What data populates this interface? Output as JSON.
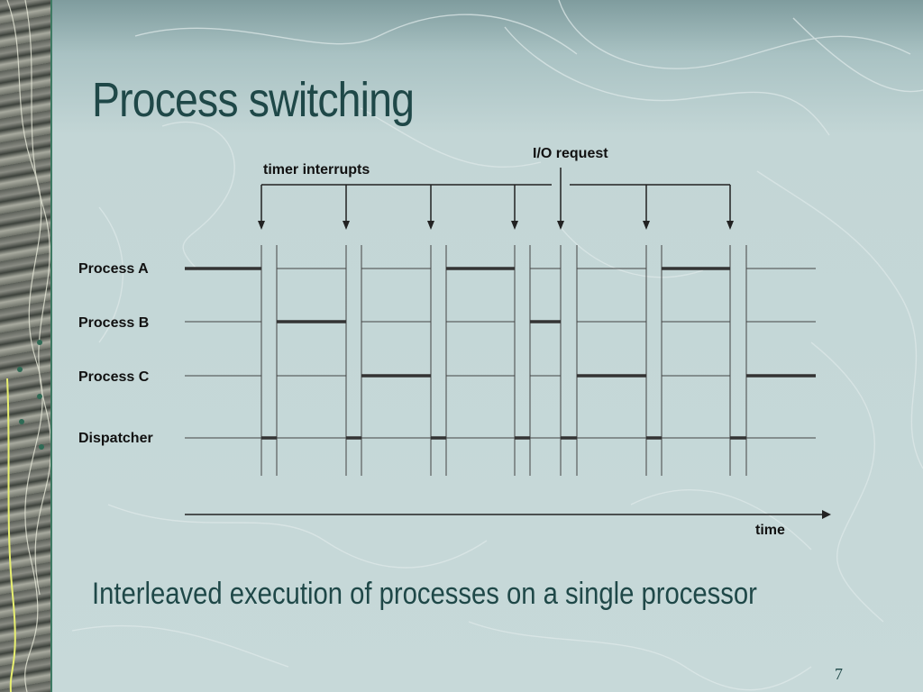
{
  "slide": {
    "title": "Process switching",
    "caption": "Interleaved execution of processes on a single processor",
    "page_number": "7"
  },
  "diagram": {
    "top_labels": {
      "io_request": "I/O request",
      "timer_interrupts": "timer interrupts"
    },
    "rows": [
      {
        "id": "A",
        "label": "Process A"
      },
      {
        "id": "B",
        "label": "Process B"
      },
      {
        "id": "C",
        "label": "Process C"
      },
      {
        "id": "D",
        "label": "Dispatcher"
      }
    ],
    "axis_label": "time",
    "timeline": [
      {
        "row": "A",
        "start": 0,
        "end": 1
      },
      {
        "row": "D",
        "start": 1,
        "end": 2
      },
      {
        "row": "B",
        "start": 2,
        "end": 3
      },
      {
        "row": "D",
        "start": 3,
        "end": 4
      },
      {
        "row": "C",
        "start": 4,
        "end": 5
      },
      {
        "row": "D",
        "start": 5,
        "end": 6
      },
      {
        "row": "A",
        "start": 6,
        "end": 7
      },
      {
        "row": "D",
        "start": 7,
        "end": 8
      },
      {
        "row": "B",
        "start": 8,
        "end": 9
      },
      {
        "row": "D",
        "start": 9,
        "end": 10
      },
      {
        "row": "C",
        "start": 10,
        "end": 11
      },
      {
        "row": "D",
        "start": 11,
        "end": 12
      },
      {
        "row": "A",
        "start": 12,
        "end": 13
      },
      {
        "row": "D",
        "start": 13,
        "end": 14
      },
      {
        "row": "C",
        "start": 14,
        "end": 15
      }
    ],
    "events": [
      {
        "type": "timer",
        "at": 1
      },
      {
        "type": "timer",
        "at": 3
      },
      {
        "type": "timer",
        "at": 5
      },
      {
        "type": "timer",
        "at": 7
      },
      {
        "type": "io",
        "at": 9
      },
      {
        "type": "timer",
        "at": 11
      },
      {
        "type": "timer",
        "at": 13
      }
    ]
  }
}
